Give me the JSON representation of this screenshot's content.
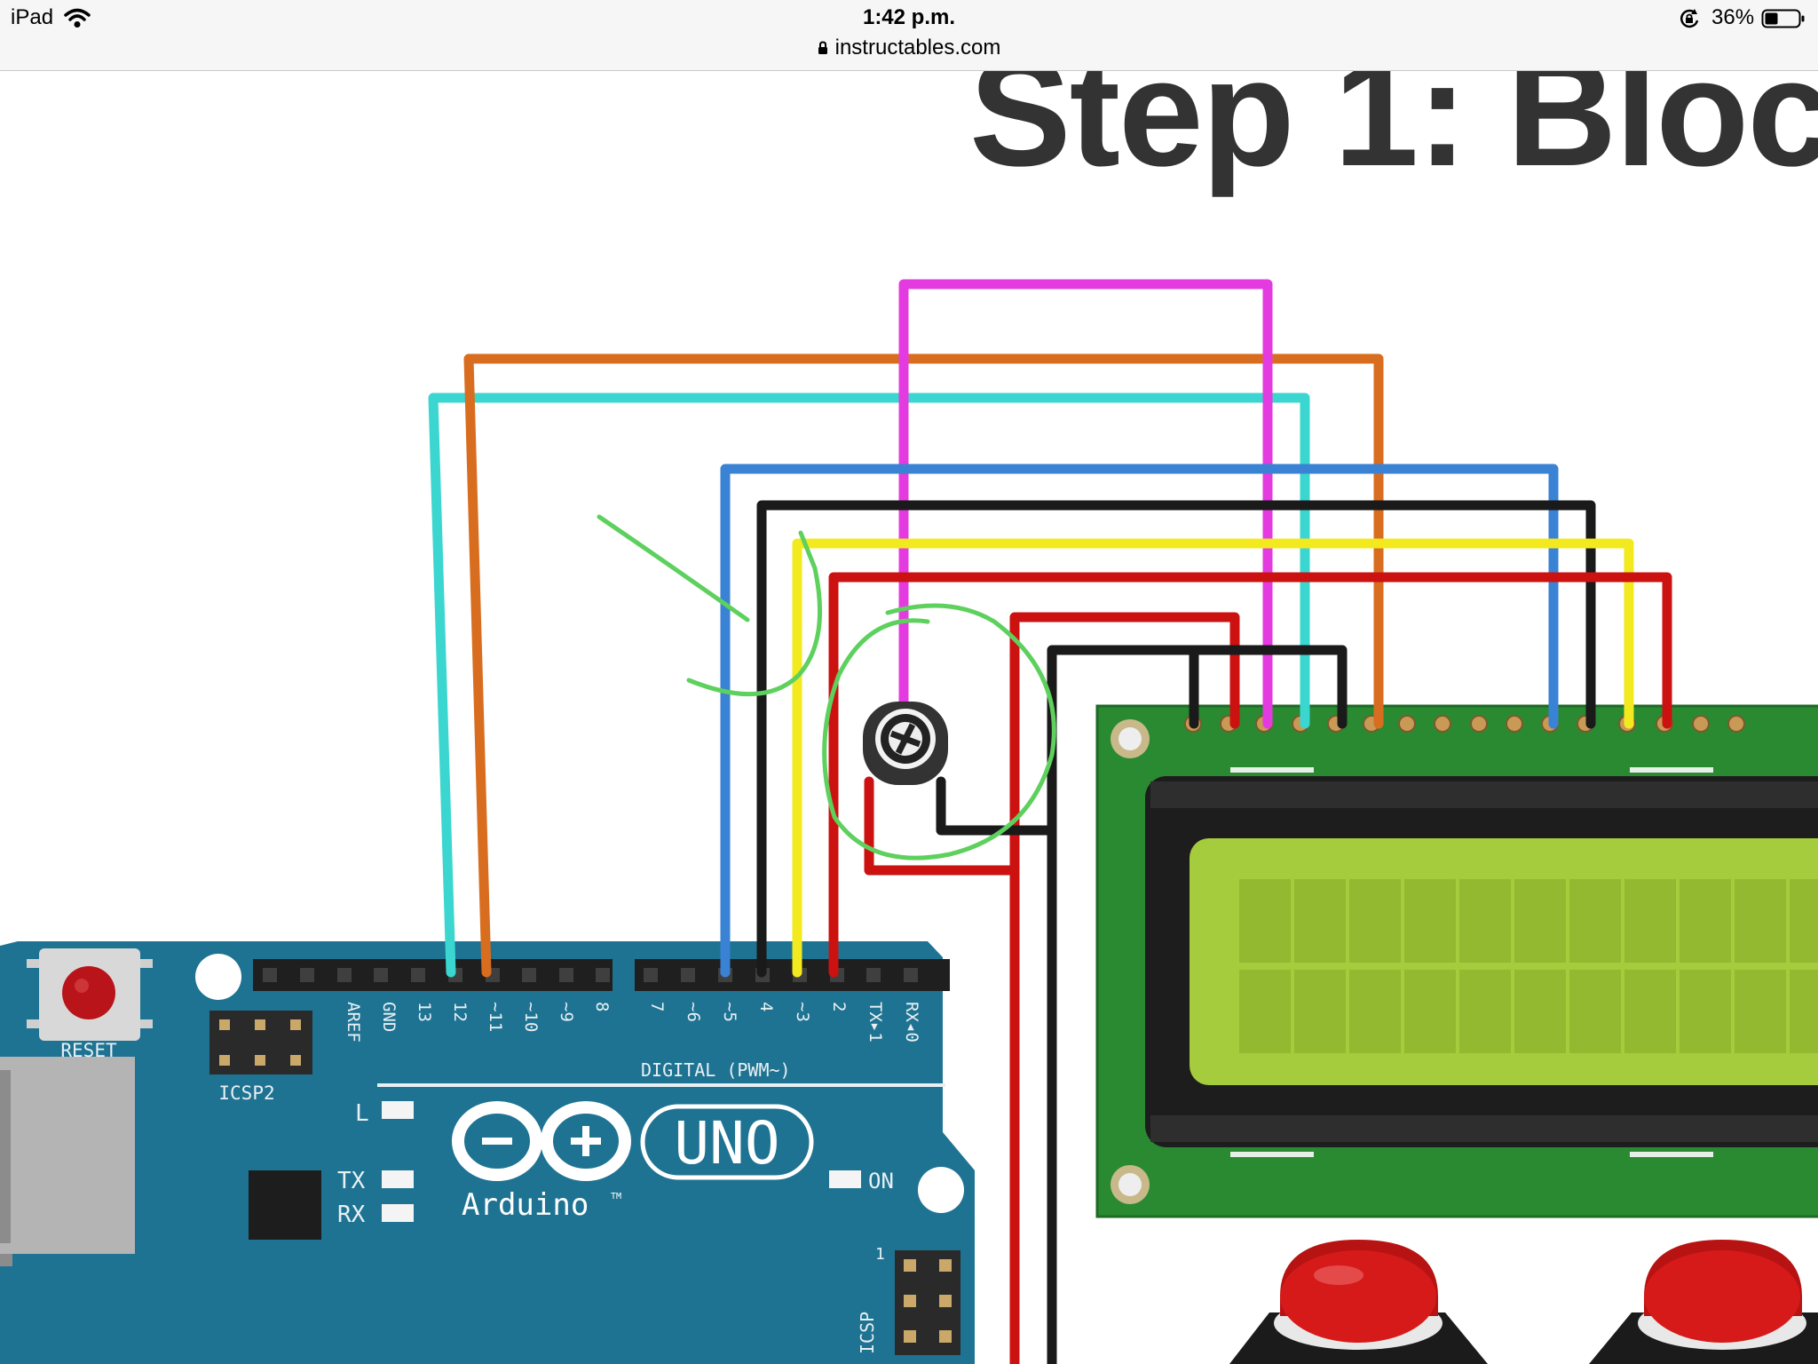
{
  "status_bar": {
    "device": "iPad",
    "time": "1:42 p.m.",
    "url": "instructables.com",
    "battery": "36%"
  },
  "page": {
    "heading": "Step 1: Bloc"
  },
  "board": {
    "reset_label": "RESET",
    "icsp2_label": "ICSP2",
    "icsp_label": "ICSP",
    "digital_label": "DIGITAL (PWM~)",
    "logo_uno": "UNO",
    "logo_arduino": "Arduino",
    "logo_tm": "TM",
    "led_l": "L",
    "led_tx": "TX",
    "led_rx": "RX",
    "led_on": "ON",
    "header1_pins": [
      "AREF",
      "GND",
      "13",
      "12",
      "~11",
      "~10",
      "~9",
      "8"
    ],
    "header2_pins": [
      "7",
      "~6",
      "~5",
      "4",
      "~3",
      "2",
      "TX▸1",
      "RX◂0"
    ]
  },
  "colors": {
    "board_blue": "#1f7392",
    "lcd_pcb": "#2a8a32",
    "lcd_screen": "#a5cc3c",
    "annotation": "#5dd05d",
    "wire_pink": "#e43be0",
    "wire_orange": "#d96d1f",
    "wire_cyan": "#3bd6d0",
    "wire_blue": "#3a82d4",
    "wire_black": "#1a1a1a",
    "wire_yellow": "#f2ea1e",
    "wire_red": "#cc1111",
    "button_red": "#d01818"
  }
}
